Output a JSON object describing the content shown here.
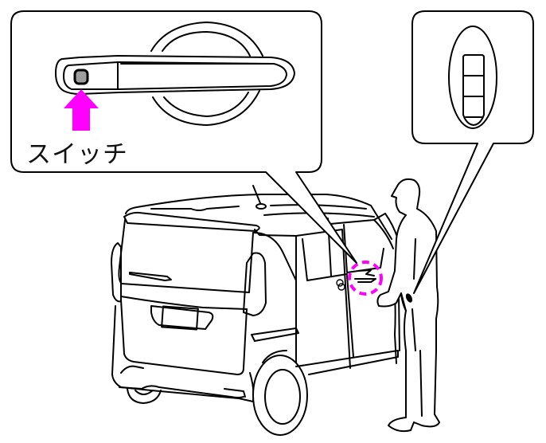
{
  "callout_left": {
    "label": "スイッチ",
    "arrow_color": "#ff00ff",
    "subject": "door-handle-request-switch"
  },
  "callout_right": {
    "subject": "smart-key-fob",
    "button_count": 3
  },
  "scene": {
    "vehicle": "kei-van-rear-three-quarter",
    "highlight_color": "#ff00ff"
  }
}
